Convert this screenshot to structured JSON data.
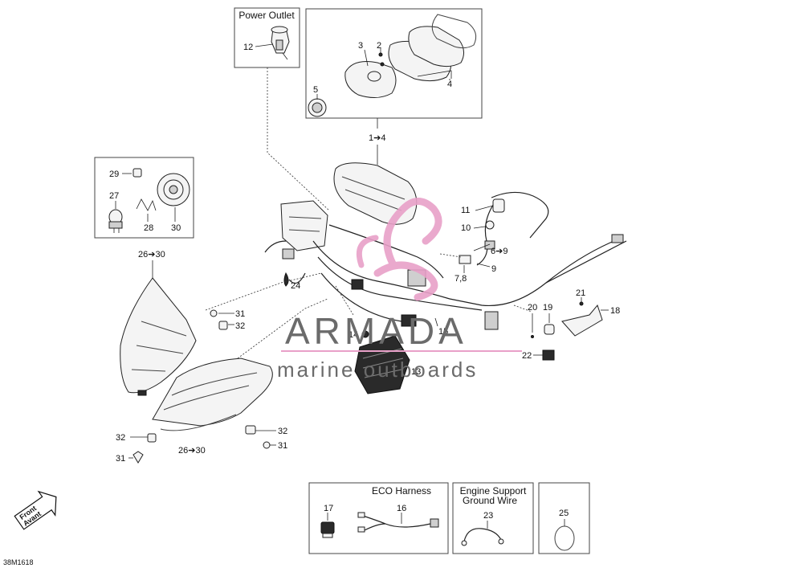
{
  "boxes": {
    "power_outlet": "Power Outlet",
    "eco_harness": "ECO Harness",
    "engine_support_l1": "Engine Support",
    "engine_support_l2": "Ground Wire"
  },
  "callouts": {
    "c12": "12",
    "c3": "3",
    "c2": "2",
    "c4": "4",
    "c5": "5",
    "c1_4": "1➔4",
    "c29": "29",
    "c27": "27",
    "c28": "28",
    "c30": "30",
    "c26_30_top": "26➔30",
    "c11": "11",
    "c10": "10",
    "c6_9": "6➔9",
    "c9": "9",
    "c7_8": "7,8",
    "c24": "24",
    "c31a": "31",
    "c32a": "32",
    "c14": "14",
    "c13": "13",
    "c15": "15",
    "c20": "20",
    "c19": "19",
    "c21": "21",
    "c18": "18",
    "c22": "22",
    "c32b": "32",
    "c31b": "31",
    "c32c": "32",
    "c31c": "31",
    "c26_30_bottom": "26➔30",
    "c17": "17",
    "c16": "16",
    "c23": "23",
    "c25": "25"
  },
  "watermark": {
    "brand": "ARMADA",
    "tagline": "marine outboards"
  },
  "front_badge": {
    "line1": "Front",
    "line2": "Avant"
  },
  "drawing_code": "38M1618",
  "colors": {
    "watermark_accent": "#e8a0c8",
    "watermark_text": "#6b6b6b"
  }
}
